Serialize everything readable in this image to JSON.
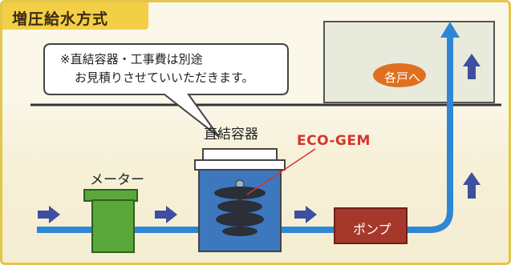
{
  "title": "増圧給水方式",
  "callout": {
    "line1": "※直結容器・工事費は別途",
    "line2": "お見積りさせていいただきます。"
  },
  "labels": {
    "meter": "メーター",
    "direct_container": "直結容器",
    "product": "ECO-GEM",
    "pump": "ポンプ",
    "destination": "各戸へ"
  },
  "colors": {
    "frame": "#e3c64a",
    "title_bg": "#f2cf45",
    "pipe": "#2f87d4",
    "arrow": "#3d4f9e",
    "meter": "#5aa83a",
    "pump": "#a6382b",
    "destination_badge": "#e0701f",
    "product_text": "#d5352c"
  }
}
